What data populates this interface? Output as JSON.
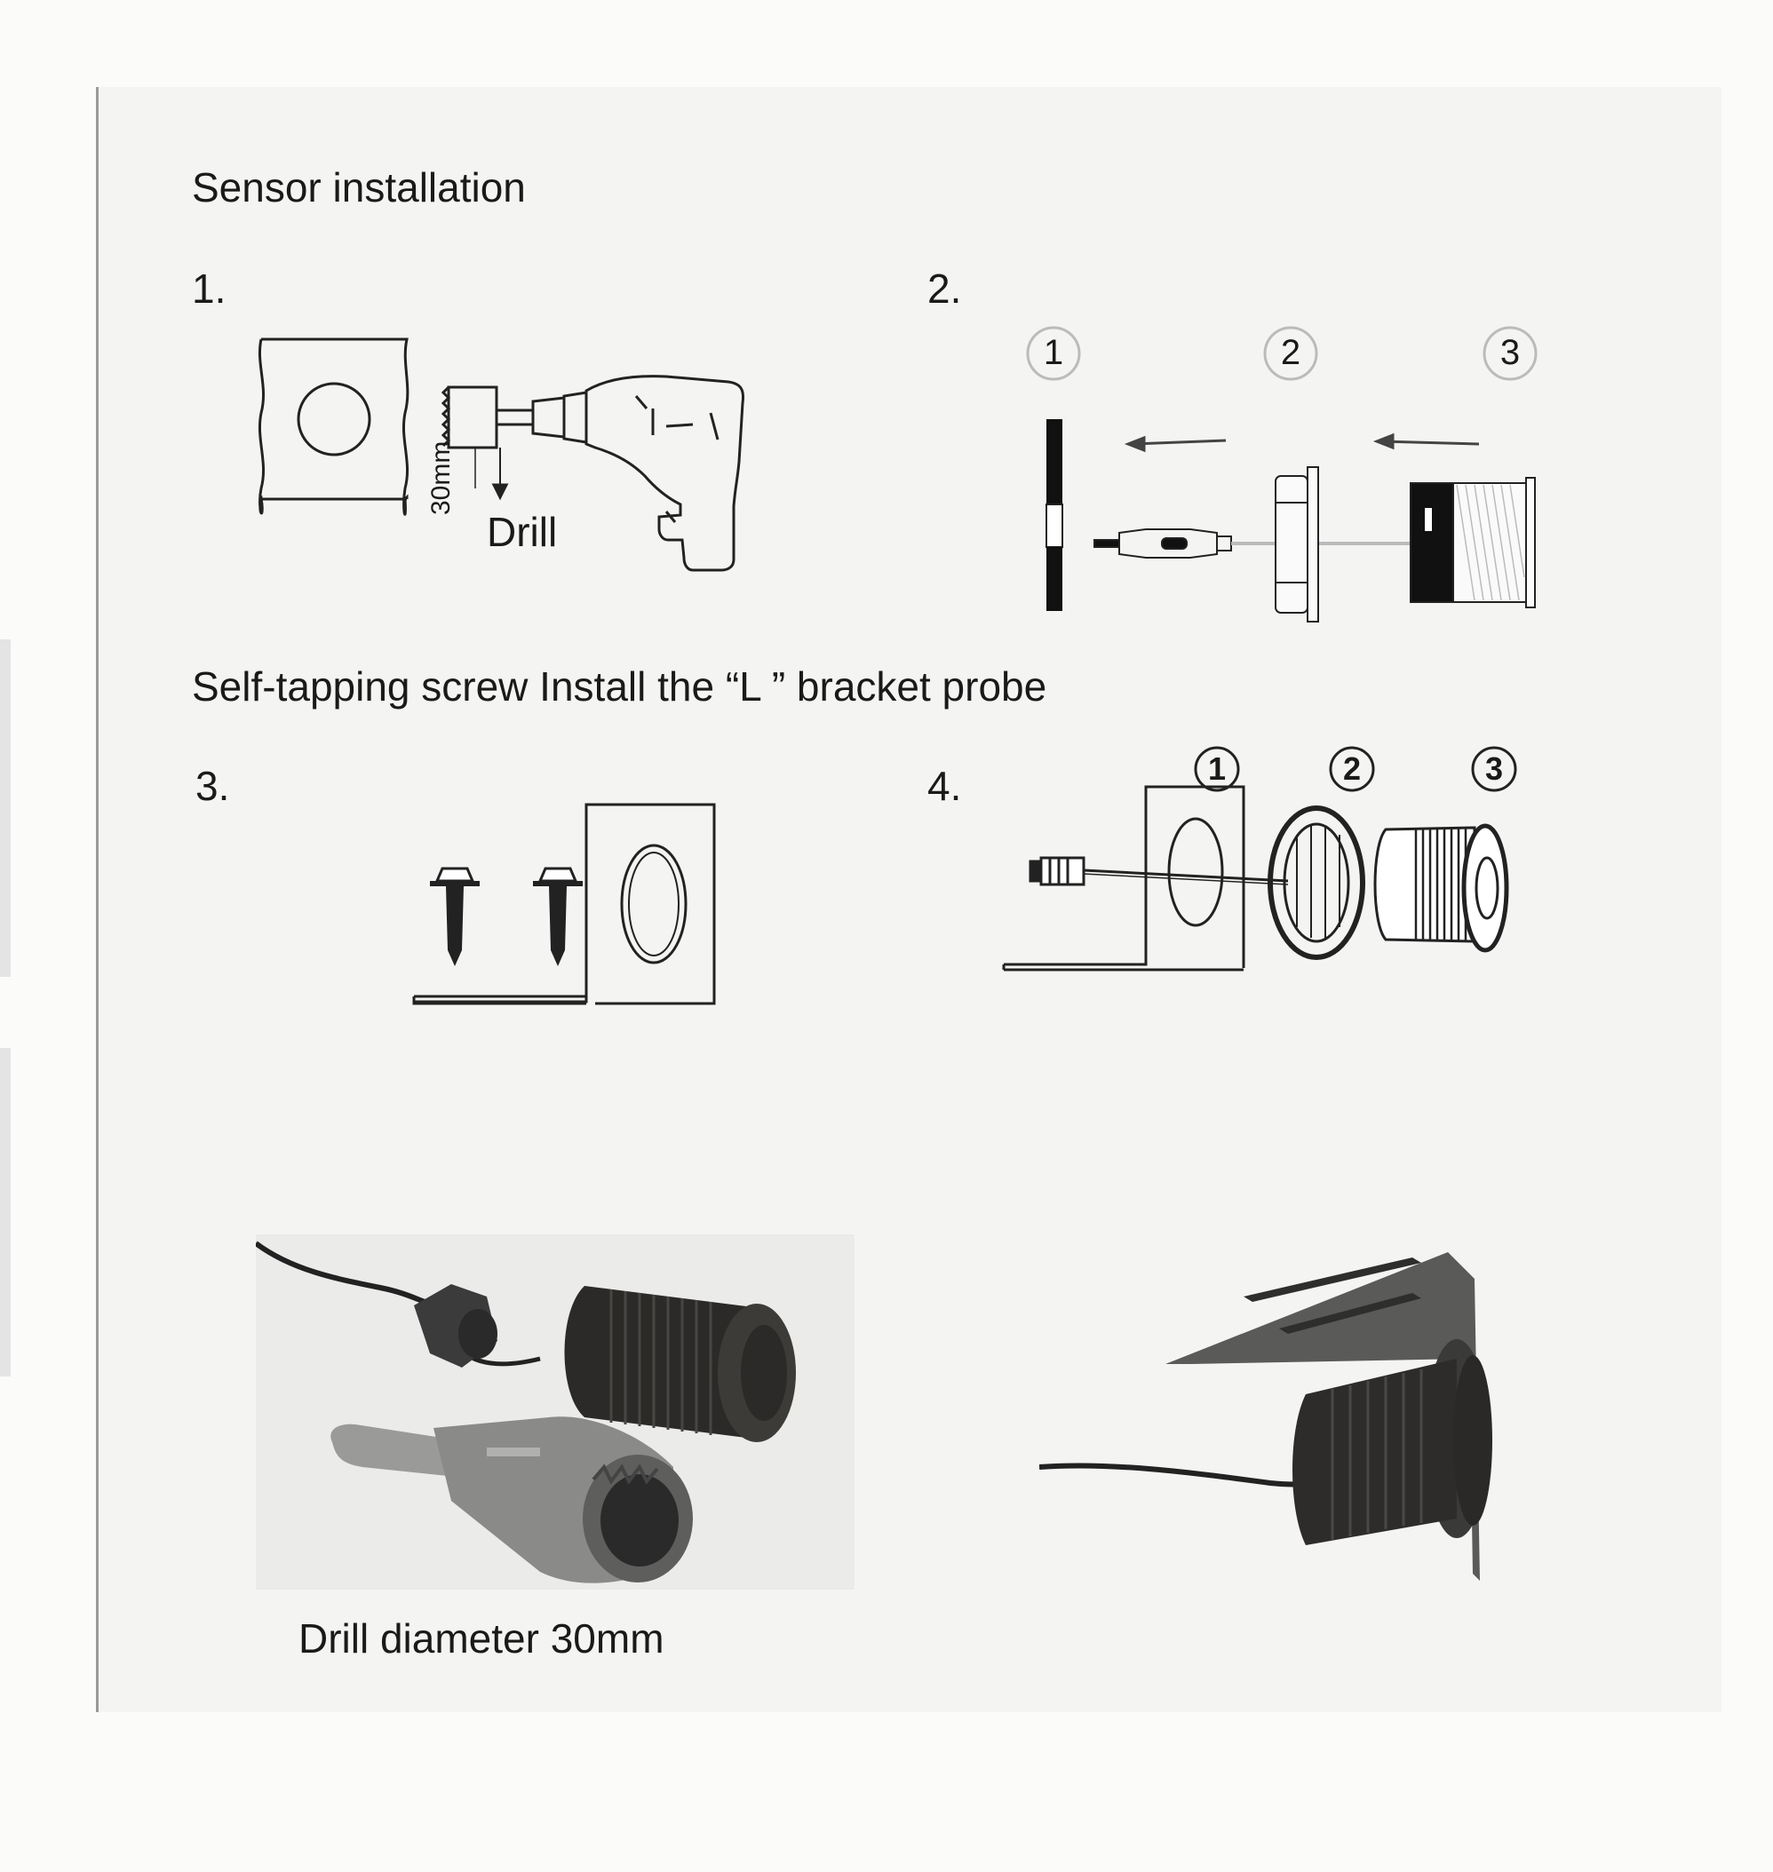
{
  "title": "Sensor installation",
  "steps": [
    "1.",
    "2.",
    "3.",
    "4."
  ],
  "step1": {
    "depth_label": "30mm",
    "drill_label": "Drill"
  },
  "step2": {
    "markers": [
      "1",
      "2",
      "3"
    ]
  },
  "bracket_caption": "Self-tapping screw Install the “L ” bracket probe",
  "step4": {
    "markers": [
      "1",
      "2",
      "3"
    ]
  },
  "drill_caption": "Drill diameter 30mm"
}
